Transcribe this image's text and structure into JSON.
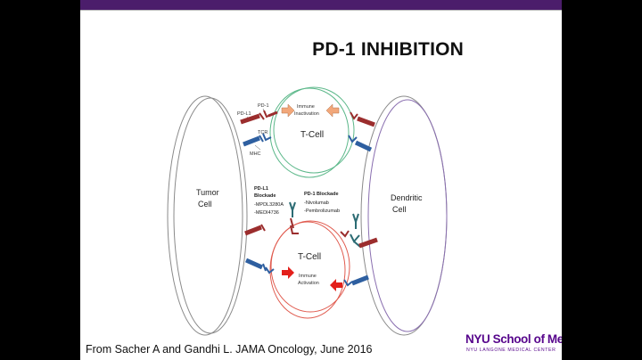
{
  "slide": {
    "title": "PD-1 INHIBITION",
    "citation": "From Sacher A and Gandhi L.  JAMA Oncology, June 2016",
    "logo": {
      "line1": "NYU School of Medicine",
      "line2": "NYU LANGONE MEDICAL CENTER"
    }
  },
  "diagram": {
    "tumor_cell": [
      "Tumor",
      "Cell"
    ],
    "dendritic_cell": [
      "Dendritic",
      "Cell"
    ],
    "tcell_top": "T-Cell",
    "tcell_bottom": "T-Cell",
    "label_pdl1": "PD-L1",
    "label_pd1": "PD-1",
    "label_tcr": "TCR",
    "label_mhc": "MHC",
    "immune_inactivation": [
      "Immune",
      "Inactivation"
    ],
    "immune_activation": [
      "Immune",
      "Activation"
    ],
    "pdl1_blockade": [
      "PD-L1",
      "Blockade",
      "-MPDL3280A",
      "-MEDI4736"
    ],
    "pd1_blockade": [
      "PD-1 Blockade",
      "-Nivolumab",
      "-Pembrolizumab"
    ]
  },
  "colors": {
    "tumor_outline": "#8a8a8a",
    "dendritic_outline": "#8a6fb0",
    "tcell_top_outline": "#5cb88a",
    "tcell_bottom_outline": "#e05b4f",
    "pd_receptor": "#9b2d2d",
    "tcr_receptor": "#2e5fa0",
    "antibody": "#2b6b73",
    "inactivation_arrow": "#f2a77a",
    "activation_arrow": "#e3201b"
  }
}
